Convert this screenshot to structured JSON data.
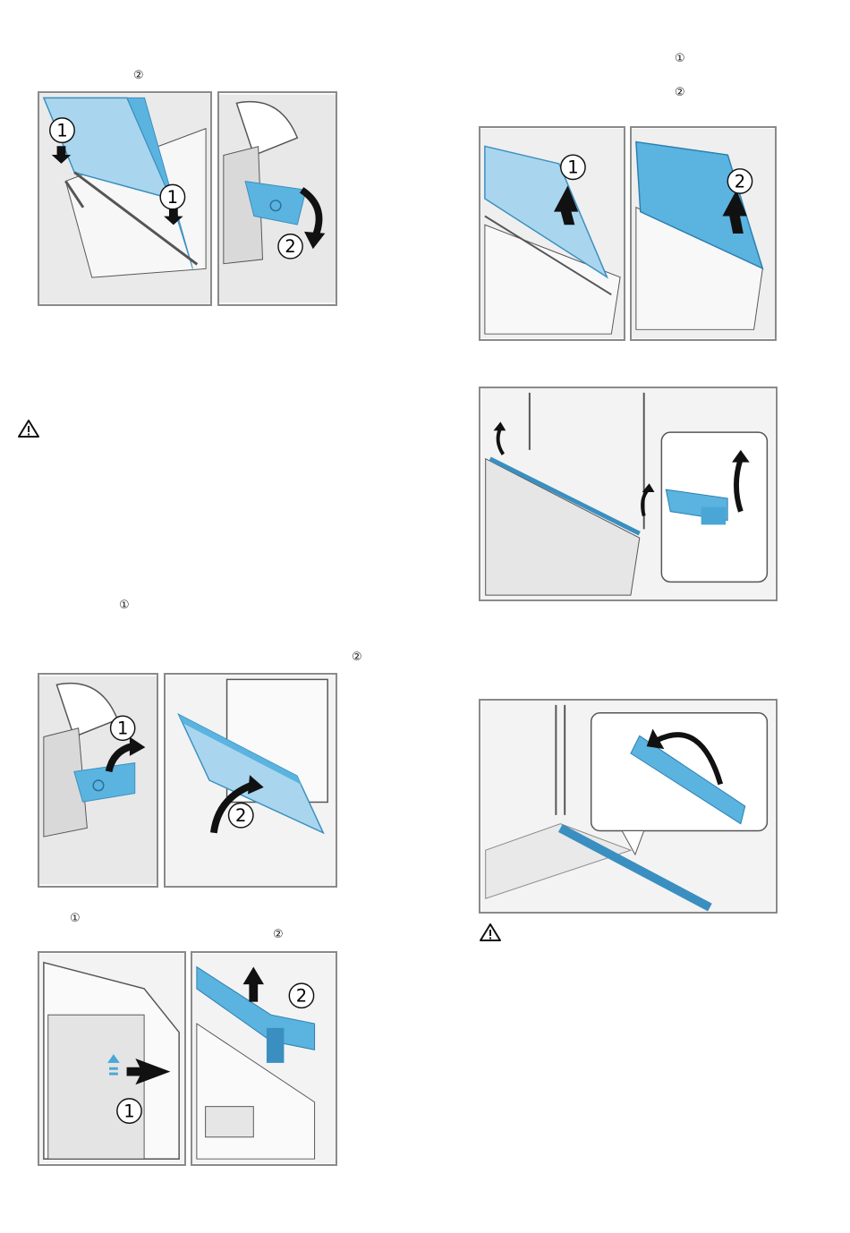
{
  "markers": {
    "m1": "②",
    "m2": "①",
    "m3": "②",
    "m4": "①",
    "m5": "②",
    "m6": "①",
    "m7": "②"
  },
  "figure_labels": {
    "one": "1",
    "two": "2"
  },
  "colors": {
    "glass": "#5bb3df",
    "glass_light": "#a9d6ee",
    "frame": "#8a8a8a",
    "arrow": "#111111"
  },
  "icons": [
    "warning-icon"
  ]
}
